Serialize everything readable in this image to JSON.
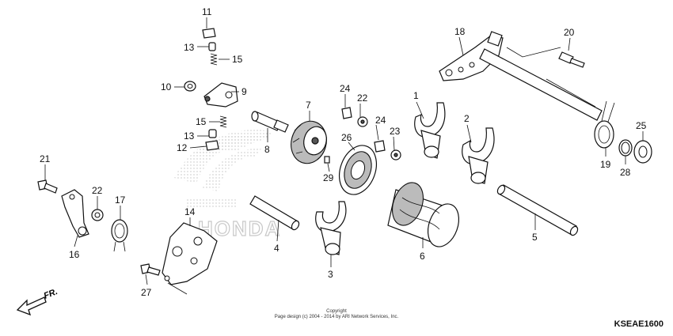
{
  "callouts": [
    {
      "id": "1",
      "label": "1"
    },
    {
      "id": "2",
      "label": "2"
    },
    {
      "id": "3",
      "label": "3"
    },
    {
      "id": "4",
      "label": "4"
    },
    {
      "id": "5",
      "label": "5"
    },
    {
      "id": "6",
      "label": "6"
    },
    {
      "id": "7",
      "label": "7"
    },
    {
      "id": "8",
      "label": "8"
    },
    {
      "id": "9",
      "label": "9"
    },
    {
      "id": "10",
      "label": "10"
    },
    {
      "id": "11",
      "label": "11"
    },
    {
      "id": "12",
      "label": "12"
    },
    {
      "id": "13a",
      "label": "13"
    },
    {
      "id": "13b",
      "label": "13"
    },
    {
      "id": "14",
      "label": "14"
    },
    {
      "id": "15a",
      "label": "15"
    },
    {
      "id": "15b",
      "label": "15"
    },
    {
      "id": "16",
      "label": "16"
    },
    {
      "id": "17",
      "label": "17"
    },
    {
      "id": "18",
      "label": "18"
    },
    {
      "id": "19",
      "label": "19"
    },
    {
      "id": "20",
      "label": "20"
    },
    {
      "id": "21",
      "label": "21"
    },
    {
      "id": "22a",
      "label": "22"
    },
    {
      "id": "22b",
      "label": "22"
    },
    {
      "id": "23",
      "label": "23"
    },
    {
      "id": "24a",
      "label": "24"
    },
    {
      "id": "24b",
      "label": "24"
    },
    {
      "id": "25",
      "label": "25"
    },
    {
      "id": "26",
      "label": "26"
    },
    {
      "id": "27",
      "label": "27"
    },
    {
      "id": "28",
      "label": "28"
    },
    {
      "id": "29",
      "label": "29"
    }
  ],
  "copyright": {
    "line1": "Copyright",
    "line2": "Page design (c) 2004 - 2014 by ARI Network Services, Inc."
  },
  "diagram_code": "KSEAE1600",
  "direction_label": "FR.",
  "watermark": "HONDA",
  "colors": {
    "ink": "#111111",
    "watermark": "#c8c8c8",
    "background": "#ffffff"
  }
}
